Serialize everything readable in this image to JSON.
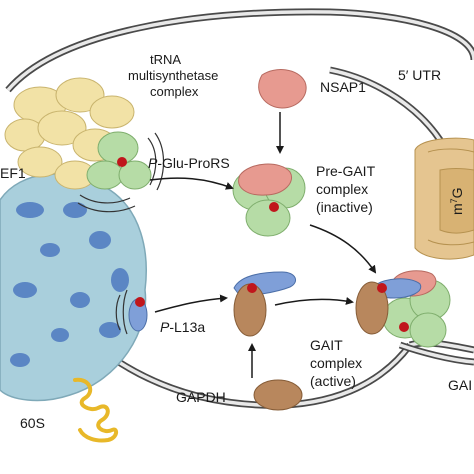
{
  "labels": {
    "trna_line1": "tRNA",
    "trna_line2": "multisynthetase",
    "trna_line3": "complex",
    "nsap1": "NSAP1",
    "utr": "5′ UTR",
    "p_prefix": "P",
    "glu_prors": "-Glu-ProRS",
    "pregait_line1": "Pre-GAIT",
    "pregait_line2": "complex",
    "pregait_line3": "(inactive)",
    "ef1": "EF1",
    "m7g_base": "m",
    "m7g_sup": "7",
    "m7g_end": "G",
    "l13a": "-L13a",
    "gait_line1": "GAIT",
    "gait_line2": "complex",
    "gait_line3": "(active)",
    "gapdh": "GAPDH",
    "sixty_s": "60S",
    "gai_cut": "GAI"
  },
  "colors": {
    "mrna_outer": "#4a4a4a",
    "mrna_inner": "#e9e9e9",
    "ribosome": "#a9cfdc",
    "ribosome_blob": "#5b86c4",
    "synthetase": "#f2e2a6",
    "nsap1": "#e79a90",
    "prors_green": "#b6dca6",
    "l13a_blue": "#7f9fd8",
    "gapdh_brown": "#b8875d",
    "phospho_red": "#c0161c",
    "cap_tan": "#e5c590",
    "tail_yellow": "#e8b829"
  }
}
